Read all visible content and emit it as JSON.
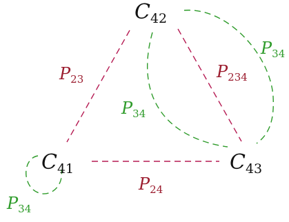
{
  "nodes": {
    "c42": {
      "main": "C",
      "sub": "42"
    },
    "c41": {
      "main": "C",
      "sub": "41"
    },
    "c43": {
      "main": "C",
      "sub": "43"
    }
  },
  "edges": {
    "p23": {
      "main": "P",
      "sub": "23"
    },
    "p234": {
      "main": "P",
      "sub": "234"
    },
    "p24": {
      "main": "P",
      "sub": "24"
    }
  },
  "loops": {
    "c42_c43_inner": {
      "main": "P",
      "sub": "34"
    },
    "c42_c43_outer": {
      "main": "P",
      "sub": "34"
    },
    "c41_self": {
      "main": "P",
      "sub": "34"
    }
  },
  "colors": {
    "red_edge": "#b51a52",
    "red_text": "#9b1c2e",
    "green": "#2e9b2a"
  }
}
